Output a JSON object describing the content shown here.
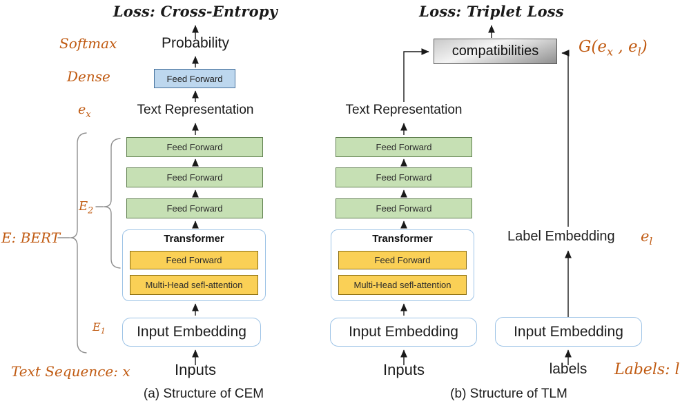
{
  "colors": {
    "accent_orange": "#C05A11",
    "green_fill": "#C6E0B4",
    "yellow_fill": "#FAD056",
    "blue_fill": "#BDD7EE",
    "gray_box": "#bfbfbf"
  },
  "a": {
    "loss": "Loss: Cross-Entropy",
    "softmax": "Softmax",
    "probability": "Probability",
    "dense": "Dense",
    "dense_box": "Feed Forward",
    "e_x": {
      "base": "e",
      "sub": "x"
    },
    "text_representation": "Text Representation",
    "ff": [
      "Feed Forward",
      "Feed Forward",
      "Feed Forward"
    ],
    "transformer_title": "Transformer",
    "transformer_ff": "Feed Forward",
    "transformer_mha": "Multi-Head sefl-attention",
    "e2": {
      "base": "E",
      "sub": "2"
    },
    "e_bert": "E: BERT",
    "e1": {
      "base": "E",
      "sub": "1"
    },
    "input_embedding": "Input Embedding",
    "inputs": "Inputs",
    "text_sequence": "Text Sequence: x",
    "caption": "(a) Structure of CEM"
  },
  "b": {
    "loss": "Loss: Triplet Loss",
    "compatibilities": "compatibilities",
    "g": {
      "prefix": "G(e",
      "sub1": "x",
      "mid": " , e",
      "sub2": "l",
      "suffix": ")"
    },
    "text_representation": "Text Representation",
    "ff": [
      "Feed Forward",
      "Feed Forward",
      "Feed Forward"
    ],
    "transformer_title": "Transformer",
    "transformer_ff": "Feed Forward",
    "transformer_mha": "Multi-Head sefl-attention",
    "input_embedding": "Input Embedding",
    "label_embedding": "Label Embedding",
    "e_l": {
      "base": "e",
      "sub": "l"
    },
    "label_input_embedding": "Input Embedding",
    "inputs": "Inputs",
    "labels": "labels",
    "labels_l": "Labels: l",
    "caption": "(b) Structure of TLM"
  }
}
